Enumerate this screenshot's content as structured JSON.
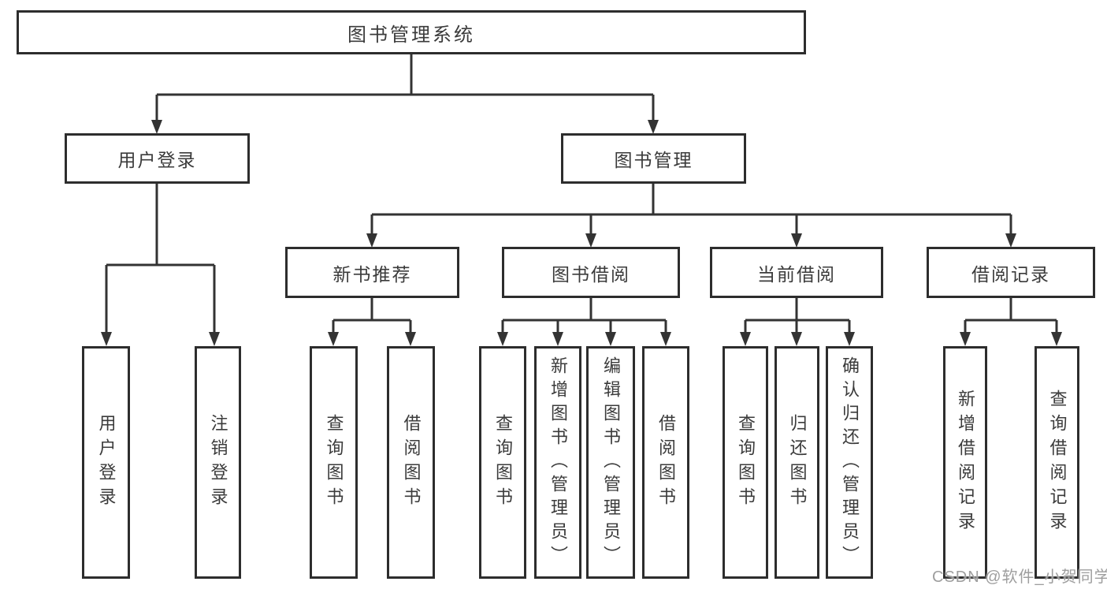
{
  "page": {
    "background": "#ffffff"
  },
  "colors": {
    "line": "#333333",
    "box_border": "#2d2d2d",
    "box_fill": "#ffffff",
    "text": "#3b3b3b",
    "watermark_text": "#9e9e9e"
  },
  "diagram": {
    "type": "hierarchy-tree",
    "root": {
      "label": "图书管理系统",
      "children": [
        {
          "label": "用户登录",
          "children": [
            {
              "label": "用户登录"
            },
            {
              "label": "注销登录"
            }
          ]
        },
        {
          "label": "图书管理",
          "children": [
            {
              "label": "新书推荐",
              "children": [
                {
                  "label": "查询图书"
                },
                {
                  "label": "借阅图书"
                }
              ]
            },
            {
              "label": "图书借阅",
              "children": [
                {
                  "label": "查询图书"
                },
                {
                  "label": "新增图书（管理员）"
                },
                {
                  "label": "编辑图书（管理员）"
                },
                {
                  "label": "借阅图书"
                }
              ]
            },
            {
              "label": "当前借阅",
              "children": [
                {
                  "label": "查询图书"
                },
                {
                  "label": "归还图书"
                },
                {
                  "label": "确认归还（管理员）"
                }
              ]
            },
            {
              "label": "借阅记录",
              "children": [
                {
                  "label": "新增借阅记录"
                },
                {
                  "label": "查询借阅记录"
                }
              ]
            }
          ]
        }
      ]
    }
  },
  "watermark": {
    "text": "CSDN @软件_小贺同学"
  }
}
